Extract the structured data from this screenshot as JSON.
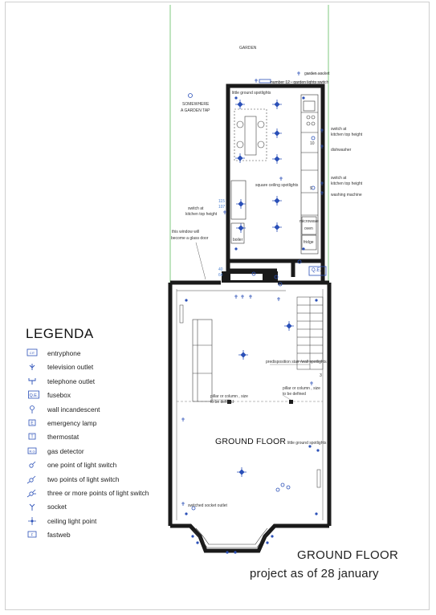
{
  "labels": {
    "garden": "GARDEN",
    "garden_socket": "garden socket",
    "garden_lights_switch": "number 12 - garden lights switch",
    "little_ground_spotlights_top": "little ground spotlights",
    "somewhere": "SOMEWHERE",
    "garden_tap": "A GARDEN TAP",
    "switch_kitchen_1": "switch at",
    "switch_kitchen_1b": "kitchen top height",
    "dishwasher": "dishwasher",
    "switch_kitchen_2": "switch at",
    "switch_kitchen_2b": "kitchen top height",
    "washing_machine": "washing machine",
    "square_spotlights": "square ceiling spotlights",
    "switch_left": "switch at",
    "switch_left_b": "kitchen top height",
    "microwave": "microwave",
    "oven": "oven",
    "window_1": "this window will",
    "window_2": "become a glass door",
    "boiler": "boiler",
    "fridge": "fridge",
    "fusebox_tag": "Q.E.",
    "predisposition": "predisposition stair /wall spotlights",
    "pillar_left_1": "pillar or column , size",
    "pillar_left_2": "to be defined",
    "pillar_right_1": "pillar or column , size",
    "pillar_right_2": "to be defined",
    "little_ground_spotlights_bottom": "little ground spotlights",
    "switched_socket": "switched socket outlet",
    "ground_floor_plan": "GROUND FLOOR",
    "dim_115": "115",
    "dim_107": "107",
    "dim_40": "40",
    "dim_64": "64",
    "dim_10": "10",
    "dim_9": "9",
    "dim_3": "3"
  },
  "legend": {
    "title": "LEGENDA",
    "items": [
      {
        "icon": "entryphone-icon",
        "label": "entryphone"
      },
      {
        "icon": "tv-outlet-icon",
        "label": "television outlet"
      },
      {
        "icon": "telephone-outlet-icon",
        "label": "telephone outlet"
      },
      {
        "icon": "fusebox-icon",
        "label": "fusebox"
      },
      {
        "icon": "wall-incandescent-icon",
        "label": "wall incandescent"
      },
      {
        "icon": "emergency-lamp-icon",
        "label": "emergency lamp"
      },
      {
        "icon": "thermostat-icon",
        "label": "thermostat"
      },
      {
        "icon": "gas-detector-icon",
        "label": "gas detector"
      },
      {
        "icon": "one-point-switch-icon",
        "label": "one point of light switch"
      },
      {
        "icon": "two-point-switch-icon",
        "label": "two points of light switch"
      },
      {
        "icon": "multi-point-switch-icon",
        "label": "three or more points of light switch"
      },
      {
        "icon": "socket-icon",
        "label": "socket"
      },
      {
        "icon": "ceiling-light-icon",
        "label": "ceiling light point"
      },
      {
        "icon": "fastweb-icon",
        "label": "fastweb"
      }
    ],
    "glyphs": [
      "CIT",
      "Q.E.",
      "E",
      "T",
      "R.G",
      "F"
    ]
  },
  "title": {
    "main": "GROUND FLOOR",
    "sub": "project as of 28 january"
  },
  "colors": {
    "wall": "#1a1a1a",
    "symbol": "#2b50b8",
    "garden_line": "#7fc97f",
    "dim": "#4a7fd0"
  }
}
